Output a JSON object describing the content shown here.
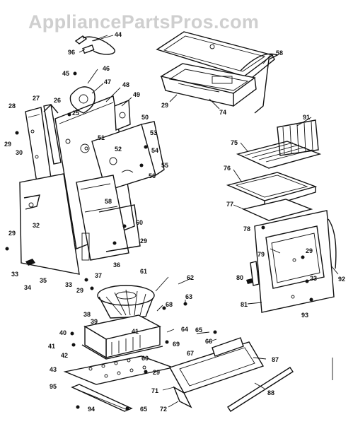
{
  "watermark": "AppliancePartsPros.com",
  "callouts": [
    {
      "id": "44",
      "text": "44"
    },
    {
      "id": "96",
      "text": "96"
    },
    {
      "id": "46",
      "text": "46"
    },
    {
      "id": "45",
      "text": "45"
    },
    {
      "id": "47",
      "text": "47"
    },
    {
      "id": "48",
      "text": "48"
    },
    {
      "id": "49",
      "text": "49"
    },
    {
      "id": "27",
      "text": "27"
    },
    {
      "id": "26",
      "text": "26"
    },
    {
      "id": "28",
      "text": "28"
    },
    {
      "id": "25",
      "text": "25"
    },
    {
      "id": "50",
      "text": "50"
    },
    {
      "id": "29a",
      "text": "29"
    },
    {
      "id": "51",
      "text": "51"
    },
    {
      "id": "53",
      "text": "53"
    },
    {
      "id": "30",
      "text": "30"
    },
    {
      "id": "52",
      "text": "52"
    },
    {
      "id": "54",
      "text": "54"
    },
    {
      "id": "55",
      "text": "55"
    },
    {
      "id": "56",
      "text": "56"
    },
    {
      "id": "58b",
      "text": "58"
    },
    {
      "id": "32",
      "text": "32"
    },
    {
      "id": "60",
      "text": "60"
    },
    {
      "id": "29b",
      "text": "29"
    },
    {
      "id": "29c",
      "text": "29"
    },
    {
      "id": "36",
      "text": "36"
    },
    {
      "id": "33a",
      "text": "33"
    },
    {
      "id": "37",
      "text": "37"
    },
    {
      "id": "34",
      "text": "34"
    },
    {
      "id": "35",
      "text": "35"
    },
    {
      "id": "33b",
      "text": "33"
    },
    {
      "id": "29d",
      "text": "29"
    },
    {
      "id": "58a",
      "text": "58"
    },
    {
      "id": "29e",
      "text": "29"
    },
    {
      "id": "74",
      "text": "74"
    },
    {
      "id": "91",
      "text": "91"
    },
    {
      "id": "75",
      "text": "75"
    },
    {
      "id": "76",
      "text": "76"
    },
    {
      "id": "77",
      "text": "77"
    },
    {
      "id": "78",
      "text": "78"
    },
    {
      "id": "79",
      "text": "79"
    },
    {
      "id": "29f",
      "text": "29"
    },
    {
      "id": "80",
      "text": "80"
    },
    {
      "id": "92",
      "text": "92"
    },
    {
      "id": "33c",
      "text": "33"
    },
    {
      "id": "81",
      "text": "81"
    },
    {
      "id": "93",
      "text": "93"
    },
    {
      "id": "61",
      "text": "61"
    },
    {
      "id": "62",
      "text": "62"
    },
    {
      "id": "63",
      "text": "63"
    },
    {
      "id": "68",
      "text": "68"
    },
    {
      "id": "38",
      "text": "38"
    },
    {
      "id": "39",
      "text": "39"
    },
    {
      "id": "64",
      "text": "64"
    },
    {
      "id": "40",
      "text": "40"
    },
    {
      "id": "65a",
      "text": "65"
    },
    {
      "id": "66",
      "text": "66"
    },
    {
      "id": "41b",
      "text": "41"
    },
    {
      "id": "41a",
      "text": "41"
    },
    {
      "id": "69",
      "text": "69"
    },
    {
      "id": "42",
      "text": "42"
    },
    {
      "id": "60b",
      "text": "60"
    },
    {
      "id": "67",
      "text": "67"
    },
    {
      "id": "87",
      "text": "87"
    },
    {
      "id": "43",
      "text": "43"
    },
    {
      "id": "29g",
      "text": "29"
    },
    {
      "id": "95",
      "text": "95"
    },
    {
      "id": "71",
      "text": "71"
    },
    {
      "id": "88",
      "text": "88"
    },
    {
      "id": "94",
      "text": "94"
    },
    {
      "id": "65b",
      "text": "65"
    },
    {
      "id": "72",
      "text": "72"
    }
  ]
}
